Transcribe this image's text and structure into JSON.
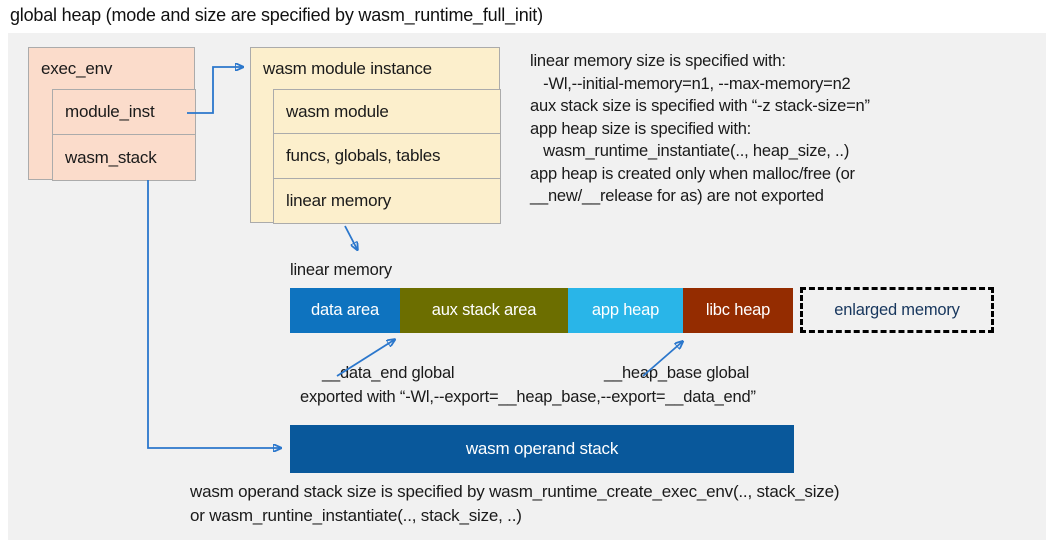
{
  "title": "global heap (mode and size are specified by wasm_runtime_full_init)",
  "exec_env": {
    "title": "exec_env",
    "rows": [
      "module_inst",
      "wasm_stack"
    ]
  },
  "module_instance": {
    "title": "wasm module instance",
    "rows": [
      "wasm module",
      "funcs, globals, tables",
      "linear memory"
    ]
  },
  "notes": {
    "lines": [
      "linear memory size is specified with:",
      "   -Wl,--initial-memory=n1, --max-memory=n2",
      "aux stack size is specified with “-z stack-size=n”",
      "app heap size is specified with:",
      "   wasm_runtime_instantiate(.., heap_size, ..)",
      "app heap is created only when malloc/free (or",
      "__new/__release for as) are not exported"
    ]
  },
  "linear_memory": {
    "label": "linear memory",
    "segments": [
      {
        "label": "data area",
        "color": "#0e73bf"
      },
      {
        "label": "aux stack area",
        "color": "#6c6e00"
      },
      {
        "label": "app heap",
        "color": "#29b5e8"
      },
      {
        "label": "libc heap",
        "color": "#942c00"
      }
    ],
    "enlarged_label": "enlarged memory"
  },
  "annotations": {
    "data_end": "__data_end global",
    "heap_base": "__heap_base global",
    "exported": "exported with “-Wl,--export=__heap_base,--export=__data_end”"
  },
  "operand_stack": {
    "label": "wasm operand stack",
    "color": "#09589b"
  },
  "footer": {
    "lines": [
      "wasm operand stack size is specified by wasm_runtime_create_exec_env(.., stack_size)",
      "or wasm_runtine_instantiate(.., stack_size, ..)"
    ]
  },
  "colors": {
    "panel_bg": "#f1f1f1",
    "exec_env_fill": "#fbdccb",
    "module_instance_fill": "#fcefcc",
    "box_border": "#ababab",
    "arrow_blue": "#2b77cc",
    "enlarged_text_color": "#17365d",
    "operand_stack_fill": "#09589b"
  }
}
